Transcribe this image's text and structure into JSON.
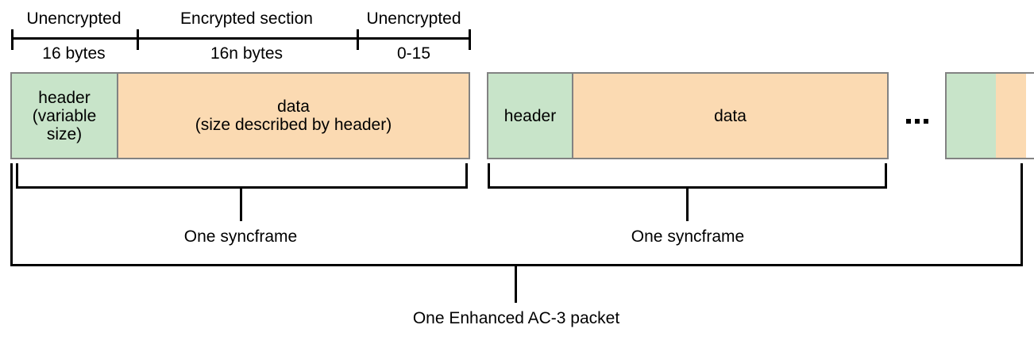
{
  "ruler": {
    "segments": [
      {
        "top": "Unencrypted",
        "bottom": "16 bytes"
      },
      {
        "top": "Encrypted section",
        "bottom": "16n bytes"
      },
      {
        "top": "Unencrypted",
        "bottom": "0-15"
      }
    ]
  },
  "syncframes": {
    "first": {
      "header": "header\n(variable\nsize)",
      "data": "data\n(size described by header)",
      "brace_label": "One syncframe"
    },
    "second": {
      "header": "header",
      "data": "data",
      "brace_label": "One syncframe"
    },
    "ellipsis": "..."
  },
  "packet": {
    "brace_label": "One Enhanced AC-3 packet"
  },
  "colors": {
    "header_fill": "#c8e4c9",
    "data_fill": "#fbdab2",
    "block_border": "#828282",
    "line_color": "#000000"
  }
}
